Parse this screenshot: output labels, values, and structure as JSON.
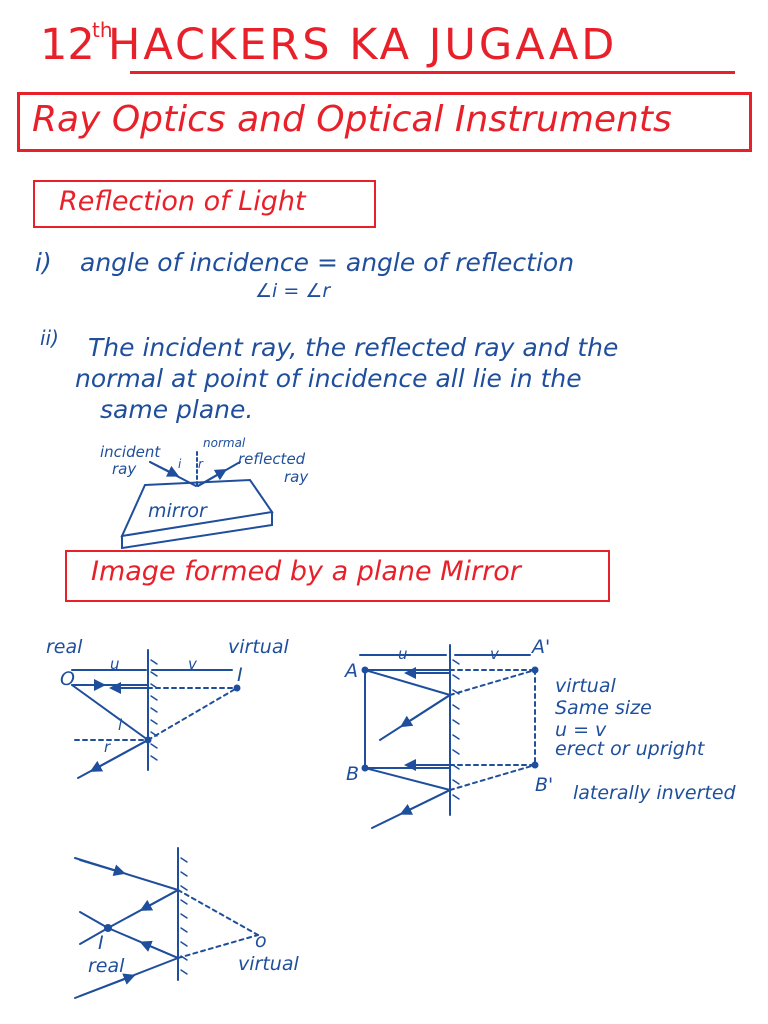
{
  "header": {
    "grade": "12",
    "grade_suffix": "th",
    "brand": "HACKERS KA JUGAAD"
  },
  "chapter": {
    "title": "Ray Optics and Optical Instruments"
  },
  "sections": {
    "reflection": {
      "title": "Reflection of Light",
      "law1_marker": "i)",
      "law1_text": "angle of incidence = angle of reflection",
      "law1_formula": "∠i = ∠r",
      "law2_marker": "ii)",
      "law2_line1": "The incident ray, the reflected ray and the",
      "law2_line2": "normal at point of incidence all lie in the",
      "law2_line3": "same plane.",
      "diagram": {
        "incident_label_1": "incident",
        "incident_label_2": "ray",
        "normal_label": "normal",
        "reflected_label_1": "reflected",
        "reflected_label_2": "ray",
        "i_label": "i",
        "r_label": "r",
        "mirror_label": "mirror"
      }
    },
    "plane_mirror": {
      "title": "Image formed by a plane Mirror",
      "fig1": {
        "real": "real",
        "virtual": "virtual",
        "object": "O",
        "u": "u",
        "v": "v",
        "image": "I",
        "i": "i",
        "r": "r"
      },
      "fig2": {
        "u": "u",
        "v": "v",
        "a": "A",
        "a_prime": "A'",
        "b": "B",
        "b_prime": "B'",
        "notes": [
          "virtual",
          "Same size",
          "u = v",
          "erect or upright"
        ],
        "lateral": "laterally inverted"
      },
      "fig3": {
        "image": "I",
        "real": "real",
        "object": "o",
        "virtual": "virtual"
      }
    }
  }
}
